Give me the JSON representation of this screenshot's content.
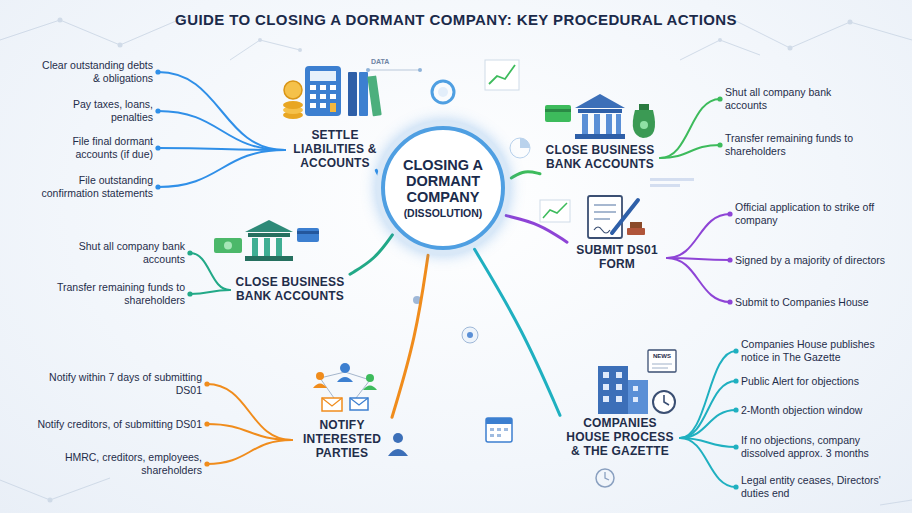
{
  "diagram": {
    "title": "GUIDE TO CLOSING A DORMANT COMPANY: KEY PROCEDURAL ACTIONS",
    "nodes": [
      {
        "text": [
          "CLOSING A DORMANT COMPANY",
          "(DISSOLUTION)"
        ]
      },
      {
        "text": [
          "SETTLE LIABILITIES & ACCOUNTS"
        ]
      },
      {
        "text": [
          "Clear outstanding debts & obligations"
        ]
      },
      {
        "text": [
          "Pay taxes, loans, penalties"
        ]
      },
      {
        "text": [
          "File final dormant accounts (if due)"
        ]
      },
      {
        "text": [
          "File outstanding confirmation statements"
        ]
      },
      {
        "text": [
          "CLOSE BUSINESS BANK ACCOUNTS"
        ]
      },
      {
        "text": [
          "Shut all company bank accounts"
        ]
      },
      {
        "text": [
          "Transfer remaining funds to shareholders"
        ]
      },
      {
        "text": [
          "CLOSE BUSINESS BANK ACCOUNTS"
        ]
      },
      {
        "text": [
          "Shut all company bank accounts"
        ]
      },
      {
        "text": [
          "Transfer remaining funds to shareholders"
        ]
      },
      {
        "text": [
          "SUBMIT DS01 FORM"
        ]
      },
      {
        "text": [
          "Official application to strike off company"
        ]
      },
      {
        "text": [
          "Signed by a majority of directors"
        ]
      },
      {
        "text": [
          "Submit to Companies House"
        ]
      },
      {
        "text": [
          "NOTIFY INTERESTED PARTIES"
        ]
      },
      {
        "text": [
          "Notify within 7 days of submitting DS01"
        ]
      },
      {
        "text": [
          "Notify creditors, of submitting DS01"
        ]
      },
      {
        "text": [
          "HMRC, creditors, employees, shareholders"
        ]
      },
      {
        "text": [
          "COMPANIES HOUSE PROCESS & THE GAZETTE"
        ]
      },
      {
        "text": [
          "Companies House publishes notice in The Gazette"
        ]
      },
      {
        "text": [
          "Public Alert for objections"
        ]
      },
      {
        "text": [
          "2-Month objection window"
        ]
      },
      {
        "text": [
          "If no objections, company dissolved approx. 3 months"
        ]
      },
      {
        "text": [
          "Legal entity ceases, Directors' duties end"
        ]
      }
    ],
    "edges": [
      {
        "from": 0,
        "to": 1,
        "arrow": "none"
      },
      {
        "from": 1,
        "to": 2,
        "arrow": "none"
      },
      {
        "from": 1,
        "to": 3,
        "arrow": "none"
      },
      {
        "from": 1,
        "to": 4,
        "arrow": "none"
      },
      {
        "from": 1,
        "to": 5,
        "arrow": "none"
      },
      {
        "from": 0,
        "to": 6,
        "arrow": "none"
      },
      {
        "from": 6,
        "to": 7,
        "arrow": "none"
      },
      {
        "from": 6,
        "to": 8,
        "arrow": "none"
      },
      {
        "from": 0,
        "to": 9,
        "arrow": "none"
      },
      {
        "from": 9,
        "to": 10,
        "arrow": "none"
      },
      {
        "from": 9,
        "to": 11,
        "arrow": "none"
      },
      {
        "from": 0,
        "to": 12,
        "arrow": "none"
      },
      {
        "from": 12,
        "to": 13,
        "arrow": "none"
      },
      {
        "from": 12,
        "to": 14,
        "arrow": "none"
      },
      {
        "from": 12,
        "to": 15,
        "arrow": "none"
      },
      {
        "from": 0,
        "to": 16,
        "arrow": "none"
      },
      {
        "from": 16,
        "to": 17,
        "arrow": "none"
      },
      {
        "from": 16,
        "to": 18,
        "arrow": "none"
      },
      {
        "from": 16,
        "to": 19,
        "arrow": "none"
      },
      {
        "from": 0,
        "to": 20,
        "arrow": "none"
      },
      {
        "from": 20,
        "to": 21,
        "arrow": "none"
      },
      {
        "from": 20,
        "to": 22,
        "arrow": "none"
      },
      {
        "from": 20,
        "to": 23,
        "arrow": "none"
      },
      {
        "from": 20,
        "to": 24,
        "arrow": "none"
      },
      {
        "from": 20,
        "to": 25,
        "arrow": "none"
      }
    ],
    "labels": [
      "DATA",
      "NEWS"
    ]
  }
}
